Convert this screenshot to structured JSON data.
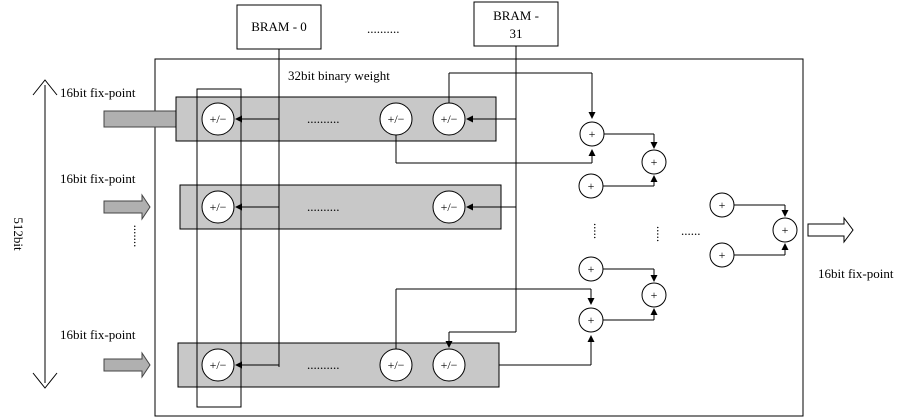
{
  "labels": {
    "bram_first": "BRAM - 0",
    "bram_last_line1": "BRAM -",
    "bram_last_line2": "31",
    "bram_gap": "..........",
    "weight": "32bit binary weight",
    "input1": "16bit fix-point",
    "input2": "16bit fix-point",
    "input3": "16bit fix-point",
    "input_gap": ".......",
    "width": "512bit",
    "output": "16bit fix-point",
    "row_gap": "..........",
    "tree_gap": "......",
    "adder_col_gap": ".....",
    "pm": "+/−",
    "plus": "+"
  }
}
